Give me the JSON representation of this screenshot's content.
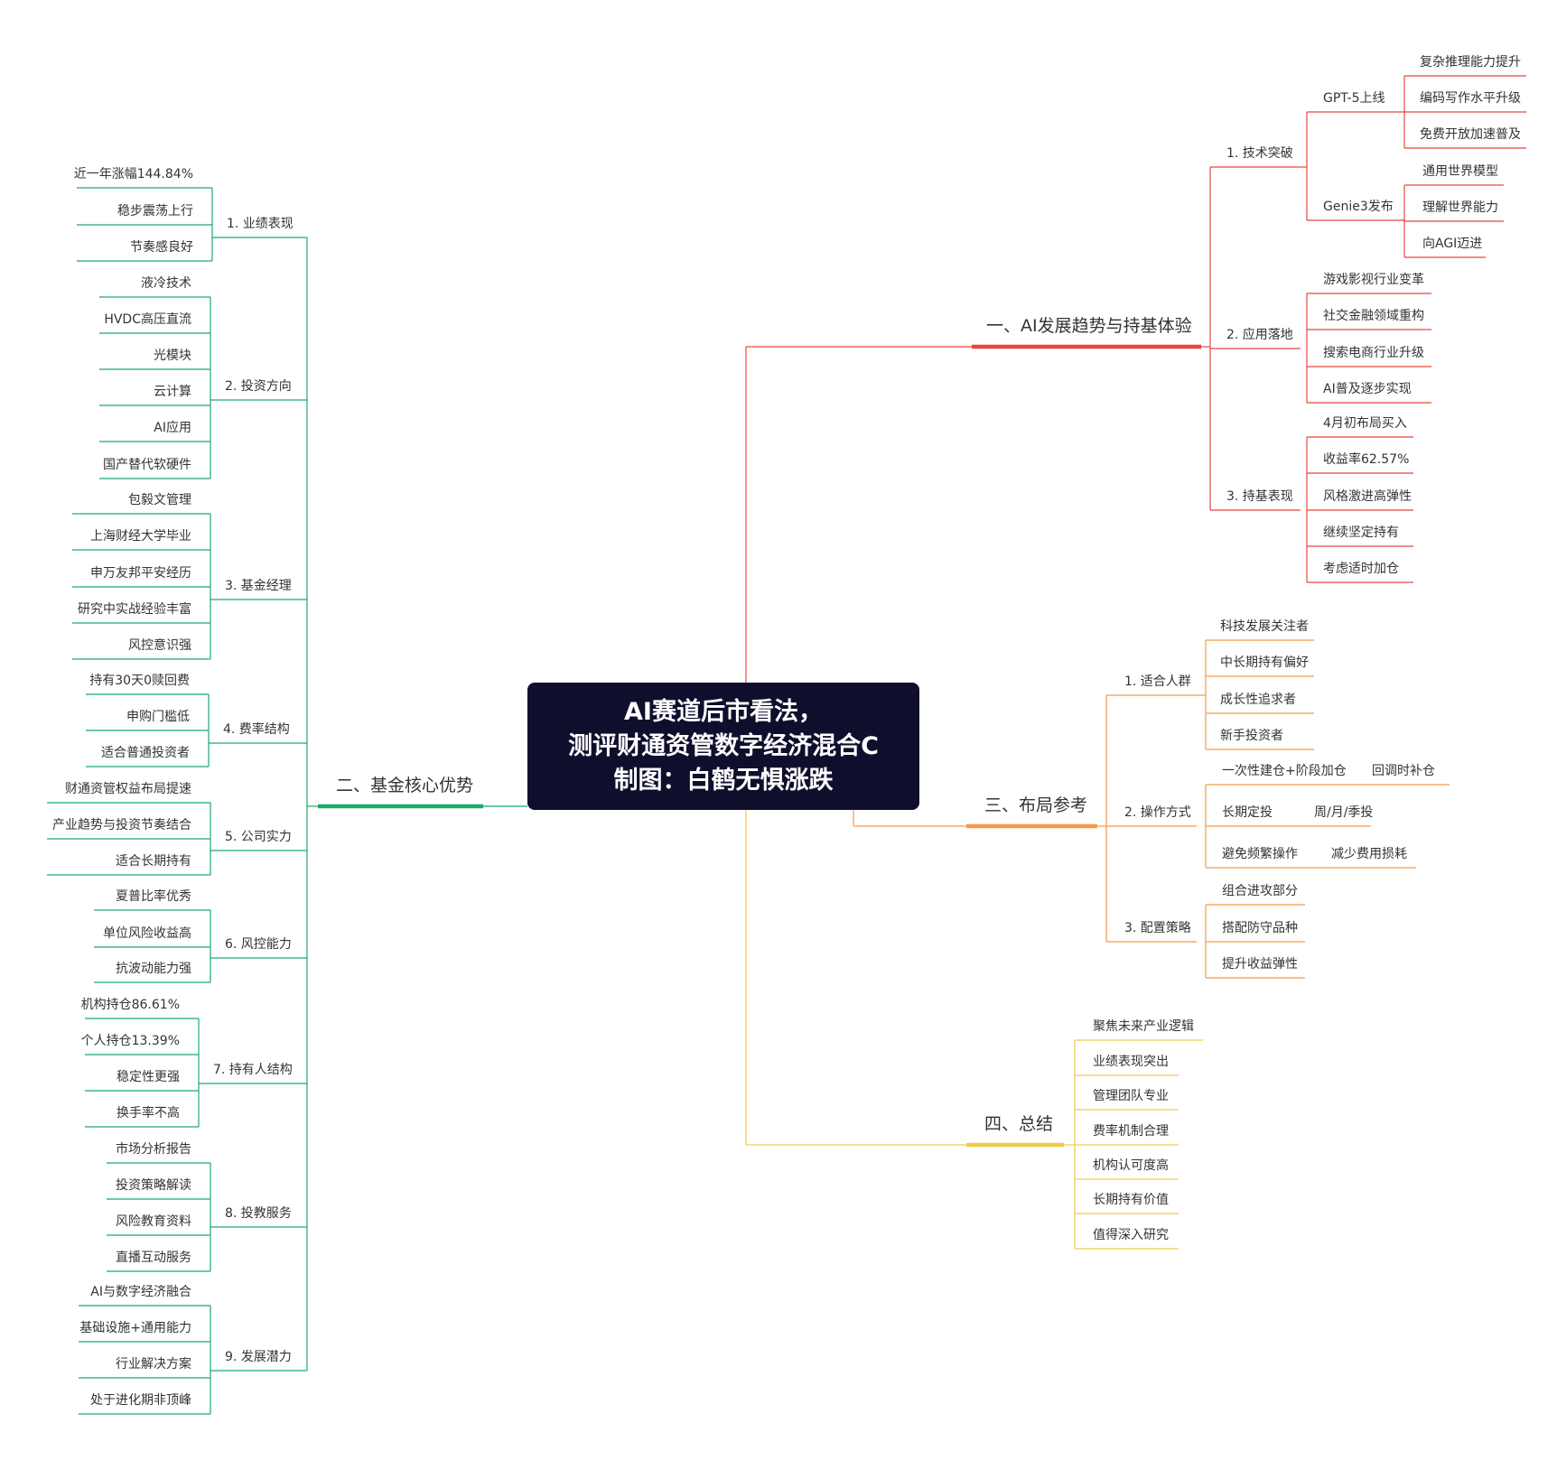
{
  "central": {
    "lines": [
      "AI赛道后市看法，",
      "测评财通资管数字经济混合C",
      "制图：白鹤无惧涨跌"
    ]
  },
  "branches": [
    {
      "label": "一、AI发展趋势与持基体验",
      "color": "#e8463f",
      "children": [
        {
          "label": "1. 技术突破",
          "children": [
            {
              "label": "GPT-5上线",
              "children": [
                {
                  "label": "复杂推理能力提升"
                },
                {
                  "label": "编码写作水平升级"
                },
                {
                  "label": "免费开放加速普及"
                }
              ]
            },
            {
              "label": "Genie3发布",
              "children": [
                {
                  "label": "通用世界模型"
                },
                {
                  "label": "理解世界能力"
                },
                {
                  "label": "向AGI迈进"
                }
              ]
            }
          ]
        },
        {
          "label": "2. 应用落地",
          "children": [
            {
              "label": "游戏影视行业变革"
            },
            {
              "label": "社交金融领域重构"
            },
            {
              "label": "搜索电商行业升级"
            },
            {
              "label": "AI普及逐步实现"
            }
          ]
        },
        {
          "label": "3. 持基表现",
          "children": [
            {
              "label": "4月初布局买入"
            },
            {
              "label": "收益率62.57%"
            },
            {
              "label": "风格激进高弹性"
            },
            {
              "label": "继续坚定持有"
            },
            {
              "label": "考虑适时加仓"
            }
          ]
        }
      ]
    },
    {
      "label": "二、基金核心优势",
      "color": "#1aaa6b",
      "children": [
        {
          "label": "1. 业绩表现",
          "children": [
            {
              "label": "近一年涨幅144.84%"
            },
            {
              "label": "稳步震荡上行"
            },
            {
              "label": "节奏感良好"
            }
          ]
        },
        {
          "label": "2. 投资方向",
          "children": [
            {
              "label": "液冷技术"
            },
            {
              "label": "HVDC高压直流"
            },
            {
              "label": "光模块"
            },
            {
              "label": "云计算"
            },
            {
              "label": "AI应用"
            },
            {
              "label": "国产替代软硬件"
            }
          ]
        },
        {
          "label": "3. 基金经理",
          "children": [
            {
              "label": "包毅文管理"
            },
            {
              "label": "上海财经大学毕业"
            },
            {
              "label": "申万友邦平安经历"
            },
            {
              "label": "研究中实战经验丰富"
            },
            {
              "label": "风控意识强"
            }
          ]
        },
        {
          "label": "4. 费率结构",
          "children": [
            {
              "label": "持有30天0赎回费"
            },
            {
              "label": "申购门槛低"
            },
            {
              "label": "适合普通投资者"
            }
          ]
        },
        {
          "label": "5. 公司实力",
          "children": [
            {
              "label": "财通资管权益布局提速"
            },
            {
              "label": "产业趋势与投资节奏结合"
            },
            {
              "label": "适合长期持有"
            }
          ]
        },
        {
          "label": "6. 风控能力",
          "children": [
            {
              "label": "夏普比率优秀"
            },
            {
              "label": "单位风险收益高"
            },
            {
              "label": "抗波动能力强"
            }
          ]
        },
        {
          "label": "7. 持有人结构",
          "children": [
            {
              "label": "机构持仓86.61%"
            },
            {
              "label": "个人持仓13.39%"
            },
            {
              "label": "稳定性更强"
            },
            {
              "label": "换手率不高"
            }
          ]
        },
        {
          "label": "8. 投教服务",
          "children": [
            {
              "label": "市场分析报告"
            },
            {
              "label": "投资策略解读"
            },
            {
              "label": "风险教育资料"
            },
            {
              "label": "直播互动服务"
            }
          ]
        },
        {
          "label": "9. 发展潜力",
          "children": [
            {
              "label": "AI与数字经济融合"
            },
            {
              "label": "基础设施+通用能力"
            },
            {
              "label": "行业解决方案"
            },
            {
              "label": "处于进化期非顶峰"
            }
          ]
        }
      ]
    },
    {
      "label": "三、布局参考",
      "color": "#f39a4a",
      "children": [
        {
          "label": "1. 适合人群",
          "children": [
            {
              "label": "科技发展关注者"
            },
            {
              "label": "中长期持有偏好"
            },
            {
              "label": "成长性追求者"
            },
            {
              "label": "新手投资者"
            }
          ]
        },
        {
          "label": "2. 操作方式",
          "children": [
            {
              "label": "一次性建仓+阶段加仓",
              "children": [
                {
                  "label": "回调时补仓"
                }
              ]
            },
            {
              "label": "长期定投",
              "children": [
                {
                  "label": "周/月/季投"
                }
              ]
            },
            {
              "label": "避免频繁操作",
              "children": [
                {
                  "label": "减少费用损耗"
                }
              ]
            }
          ]
        },
        {
          "label": "3. 配置策略",
          "children": [
            {
              "label": "组合进攻部分"
            },
            {
              "label": "搭配防守品种"
            },
            {
              "label": "提升收益弹性"
            }
          ]
        }
      ]
    },
    {
      "label": "四、总结",
      "color": "#f2c94c",
      "children": [
        {
          "label": "聚焦未来产业逻辑"
        },
        {
          "label": "业绩表现突出"
        },
        {
          "label": "管理团队专业"
        },
        {
          "label": "费率机制合理"
        },
        {
          "label": "机构认可度高"
        },
        {
          "label": "长期持有价值"
        },
        {
          "label": "值得深入研究"
        }
      ]
    }
  ]
}
